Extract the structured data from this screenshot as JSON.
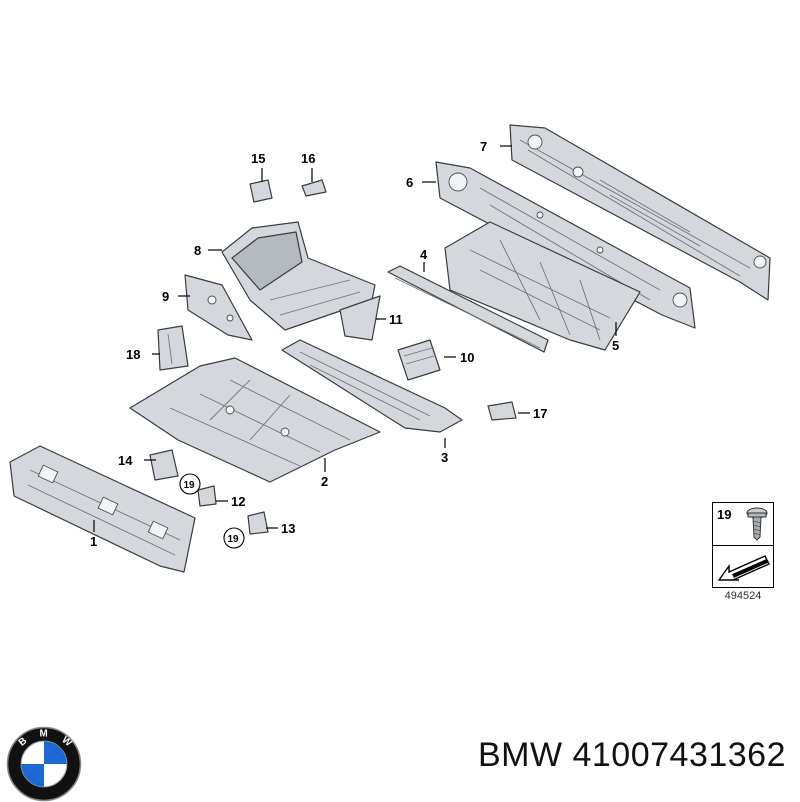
{
  "callouts": {
    "c1": "1",
    "c2": "2",
    "c3": "3",
    "c4": "4",
    "c5": "5",
    "c6": "6",
    "c7": "7",
    "c8": "8",
    "c9": "9",
    "c10": "10",
    "c11": "11",
    "c12": "12",
    "c13": "13",
    "c14": "14",
    "c15": "15",
    "c16": "16",
    "c17": "17",
    "c18": "18"
  },
  "screw_markers": {
    "a": "19",
    "b": "19"
  },
  "legend": {
    "item": "19",
    "diagram_code": "494524"
  },
  "logo": {
    "text": "BMW",
    "colors": {
      "blue": "#1c69d4",
      "white": "#ffffff",
      "ring": "#111111"
    }
  },
  "footer": {
    "part_number": "BMW 41007431362"
  }
}
